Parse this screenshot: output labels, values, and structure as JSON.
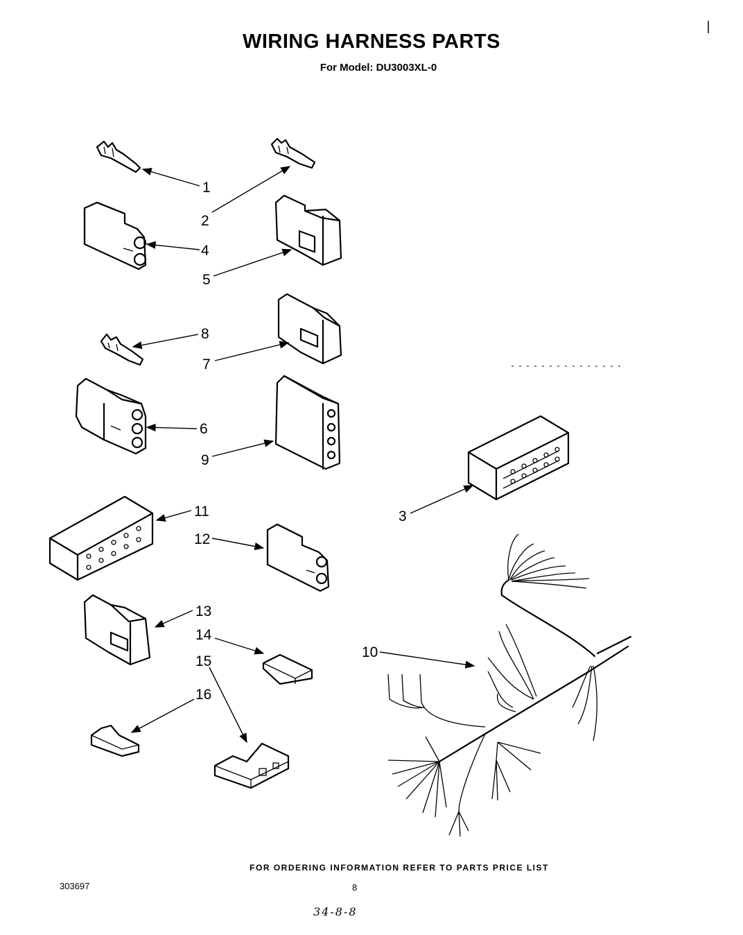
{
  "title": "WIRING HARNESS PARTS",
  "subtitle": "For Model: DU3003XL-0",
  "footer_note": "FOR ORDERING INFORMATION REFER TO PARTS PRICE LIST",
  "doc_number": "303697",
  "page_number": "8",
  "handwritten_note": "34-8-8",
  "callouts": {
    "c1": "1",
    "c2": "2",
    "c3": "3",
    "c4": "4",
    "c5": "5",
    "c6": "6",
    "c7": "7",
    "c8": "8",
    "c9": "9",
    "c10": "10",
    "c11": "11",
    "c12": "12",
    "c13": "13",
    "c14": "14",
    "c15": "15",
    "c16": "16"
  }
}
